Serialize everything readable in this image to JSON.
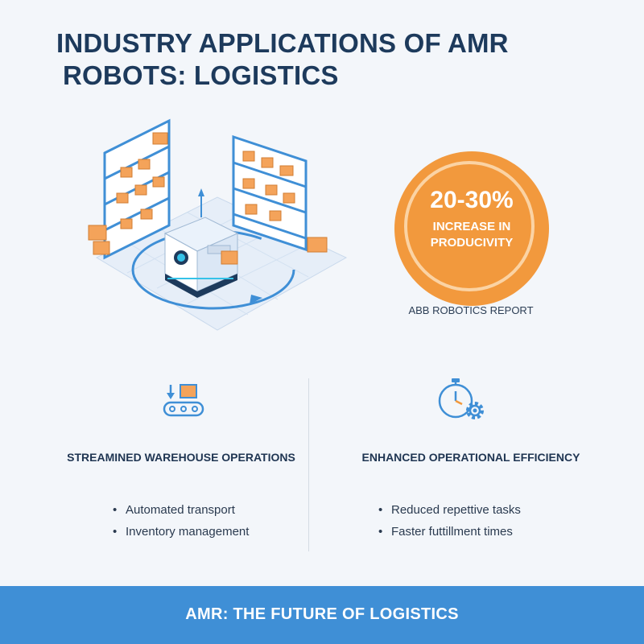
{
  "header": {
    "title_line1": "INDUSTRY APPLICATIONS OF AMR",
    "title_line2": "ROBOTS: LOGISTICS"
  },
  "stat": {
    "value": "20-30%",
    "label_line1": "INCREASE IN",
    "label_line2": "PRODUCIVITY",
    "source": "ABB ROBOTICS REPORT"
  },
  "features": [
    {
      "icon": "conveyor-icon",
      "heading": "STREAMINED WAREHOUSE OPERATIONS",
      "bullets": [
        "Automated transport",
        "Inventory management"
      ]
    },
    {
      "icon": "stopwatch-gear-icon",
      "heading": "ENHANCED OPERATIONAL EFFICIENCY",
      "bullets": [
        "Reduced repettive tasks",
        "Faster futtillment times"
      ]
    }
  ],
  "footer": {
    "banner": "AMR: THE FUTURE OF LOGISTICS"
  },
  "colors": {
    "accent_orange": "#f2993d",
    "accent_blue": "#3f8fd6",
    "title": "#1d3a5c"
  }
}
